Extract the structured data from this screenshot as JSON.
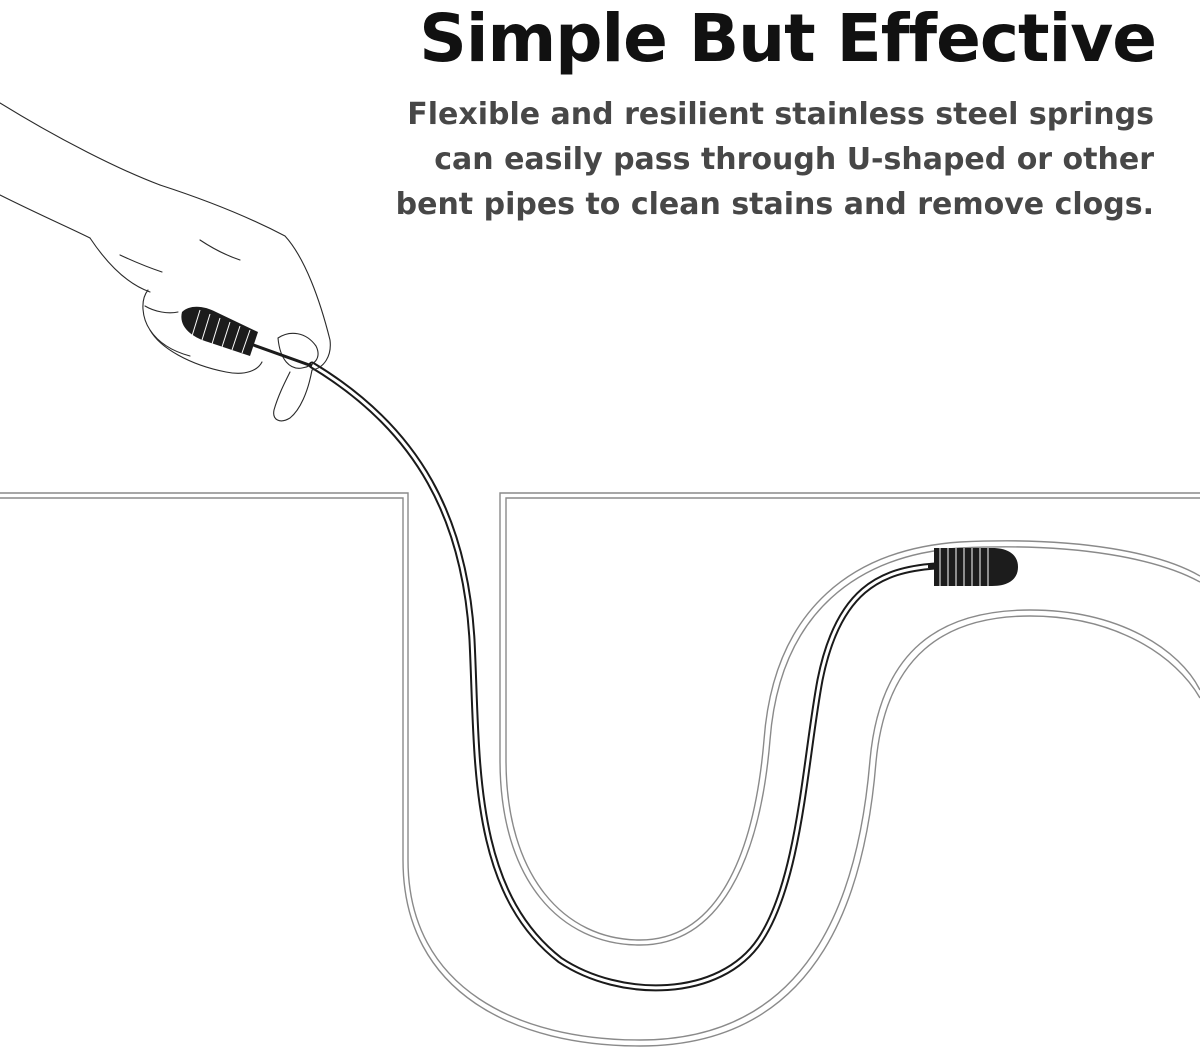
{
  "headline": "Simple But Effective",
  "description_lines": [
    "Flexible and resilient stainless steel springs",
    "can easily pass through U-shaped or other",
    "bent pipes to clean stains and remove clogs."
  ],
  "colors": {
    "headline": "#111111",
    "description": "#474747",
    "pipe_outline": "#8a8a8a",
    "cable": "#1a1a1a",
    "brush": "#1c1c1c",
    "hand_line": "#2a2a2a"
  }
}
